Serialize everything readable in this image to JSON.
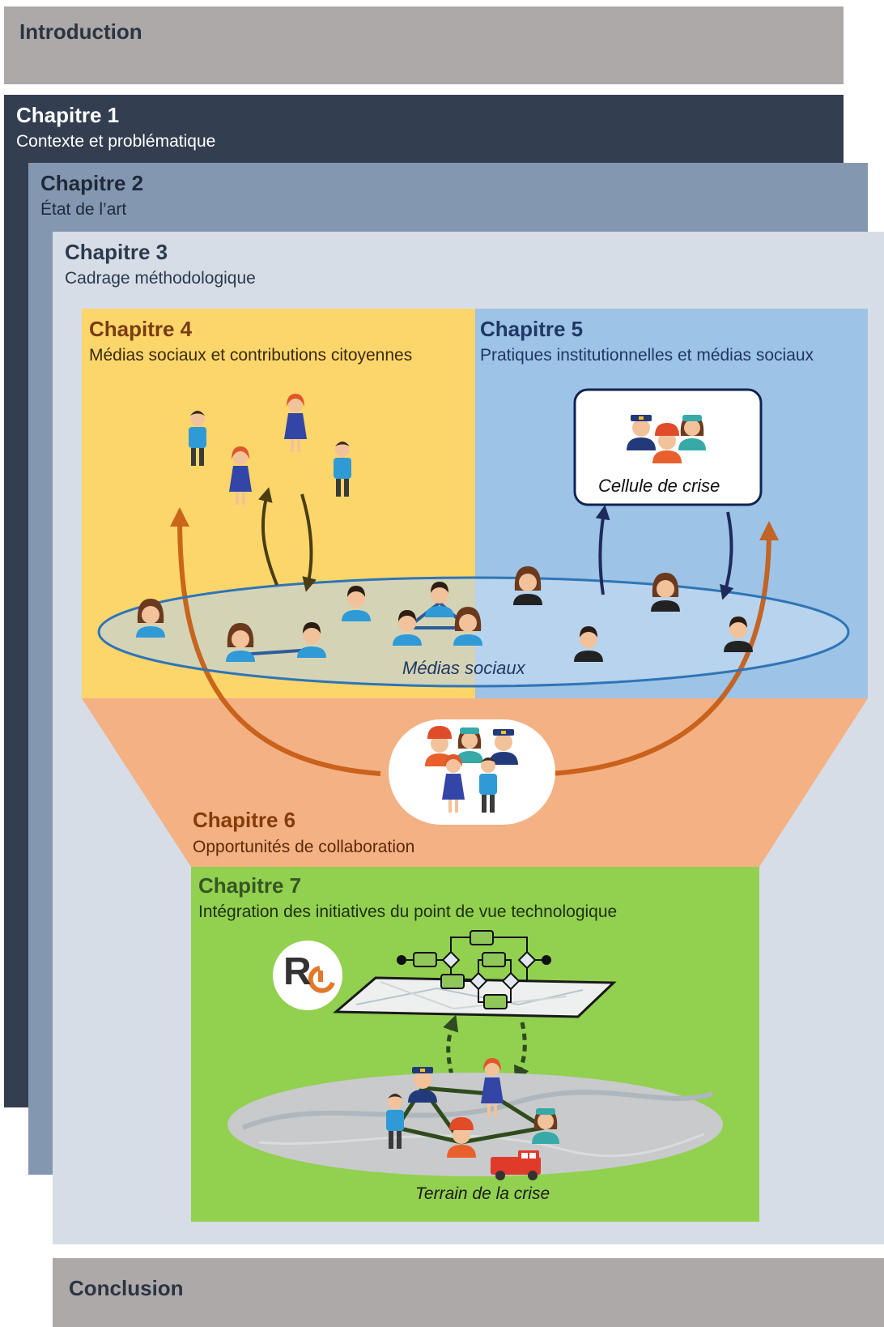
{
  "colors": {
    "intro_bg": "#ada9a8",
    "ch1_bg": "#333e50",
    "ch2_bg": "#8497b0",
    "ch3_bg": "#d7dde6",
    "ch4_bg": "#fdd66b",
    "ch5_bg": "#9dc3e6",
    "ch6_bg": "#f4b183",
    "ch7_bg": "#92d050",
    "conclusion_bg": "#ada9a8",
    "ch6_title": "#843c0b",
    "ch7_title": "#375623",
    "ch5_title": "#1f3864",
    "arrow_orange": "#c55a11",
    "arrow_navy": "#1f2a5c",
    "arrow_olive": "#5b4a16",
    "arrow_green": "#2e4a1e"
  },
  "sections": {
    "introduction": {
      "title": "Introduction"
    },
    "chapitre1": {
      "title": "Chapitre 1",
      "subtitle": "Contexte et problématique"
    },
    "chapitre2": {
      "title": "Chapitre 2",
      "subtitle": "État de l’art"
    },
    "chapitre3": {
      "title": "Chapitre 3",
      "subtitle": "Cadrage méthodologique"
    },
    "chapitre4": {
      "title": "Chapitre 4",
      "subtitle": "Médias sociaux et contributions citoyennes"
    },
    "chapitre5": {
      "title": "Chapitre 5",
      "subtitle": "Pratiques institutionnelles et médias sociaux"
    },
    "chapitre6": {
      "title": "Chapitre 6",
      "subtitle": "Opportunités de collaboration"
    },
    "chapitre7": {
      "title": "Chapitre 7",
      "subtitle": "Intégration des initiatives du point de vue technologique"
    },
    "conclusion": {
      "title": "Conclusion"
    }
  },
  "labels": {
    "social_media": "Médias sociaux",
    "crisis_cell": "Cellule de crise",
    "crisis_field": "Terrain de la crise",
    "logo_letter": "R"
  },
  "icons": {
    "citizens": "citizen-people-icons",
    "responders": "emergency-responders-icon",
    "collaboration": "collaboration-group-icon",
    "logo": "r-logo-icon",
    "workflow": "workflow-diagram-icon",
    "map": "map-icon",
    "fire_truck": "fire-truck-icon"
  }
}
